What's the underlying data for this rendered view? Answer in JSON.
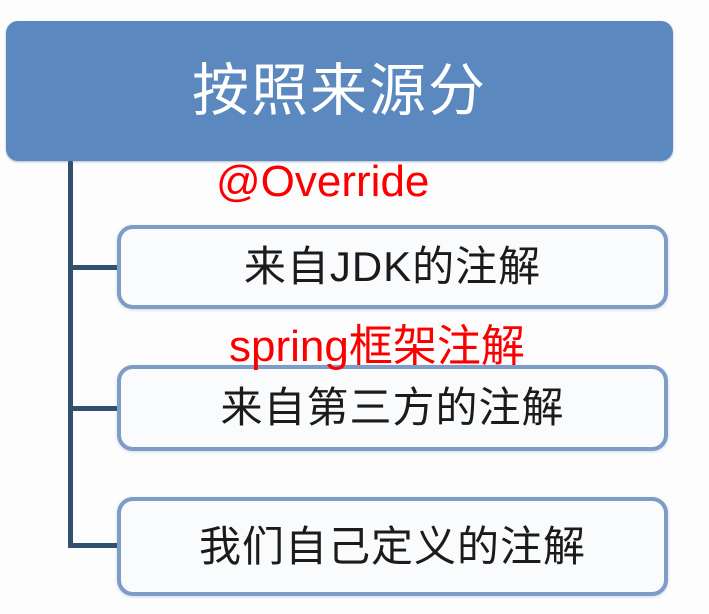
{
  "diagram": {
    "title": "按照来源分",
    "root": {
      "label": "按照来源分",
      "fill_color": "#5b89bf",
      "text_color": "#ffffff"
    },
    "children": [
      {
        "label": "来自JDK的注解"
      },
      {
        "label": "来自第三方的注解"
      },
      {
        "label": "我们自己定义的注解"
      }
    ],
    "annotations": [
      {
        "text": "@Override",
        "color": "#fc0000"
      },
      {
        "text": "spring框架注解",
        "color": "#fc0000"
      }
    ],
    "colors": {
      "node_border": "#7d9cc6",
      "node_fill": "#fafbfc",
      "connector": "#31506e",
      "annotation": "#fc0000",
      "background": "#fdfdfd"
    }
  }
}
